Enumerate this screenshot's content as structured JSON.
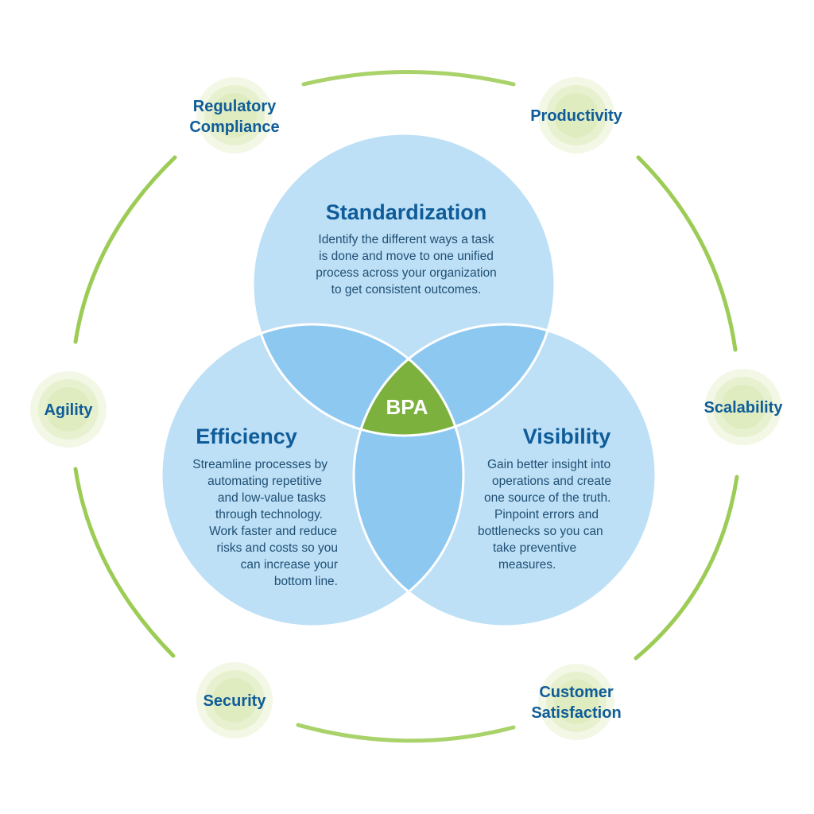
{
  "colors": {
    "circle_fill": "#bde0f7",
    "overlap_fill": "#8dc8f1",
    "center_fill": "#7bb13c",
    "ring_green": "#8cc63f",
    "node_glow": "#e5efc8",
    "node_core": "#f1f6e1",
    "text_blue": "#0f5c99"
  },
  "center": {
    "label": "BPA"
  },
  "circles": {
    "top": {
      "title": "Standardization",
      "lines": [
        "Identify the different ways a task",
        "is done and move to one unified",
        "process across your organization",
        "to get consistent outcomes."
      ]
    },
    "left": {
      "title": "Efficiency",
      "lines": [
        "Streamline processes by",
        "automating repetitive",
        "and low-value tasks",
        "through technology.",
        "Work faster and reduce",
        "risks and costs so you",
        "can increase your",
        "bottom line."
      ]
    },
    "right": {
      "title": "Visibility",
      "lines": [
        "Gain better insight into",
        "operations and create",
        "one source of the truth.",
        "Pinpoint errors and",
        "bottlenecks so you can",
        "take preventive",
        "measures."
      ]
    }
  },
  "ring_nodes": {
    "regulatory_compliance": {
      "line1": "Regulatory",
      "line2": "Compliance"
    },
    "productivity": {
      "label": "Productivity"
    },
    "scalability": {
      "label": "Scalability"
    },
    "customer_satisfaction": {
      "line1": "Customer",
      "line2": "Satisfaction"
    },
    "security": {
      "label": "Security"
    },
    "agility": {
      "label": "Agility"
    }
  }
}
